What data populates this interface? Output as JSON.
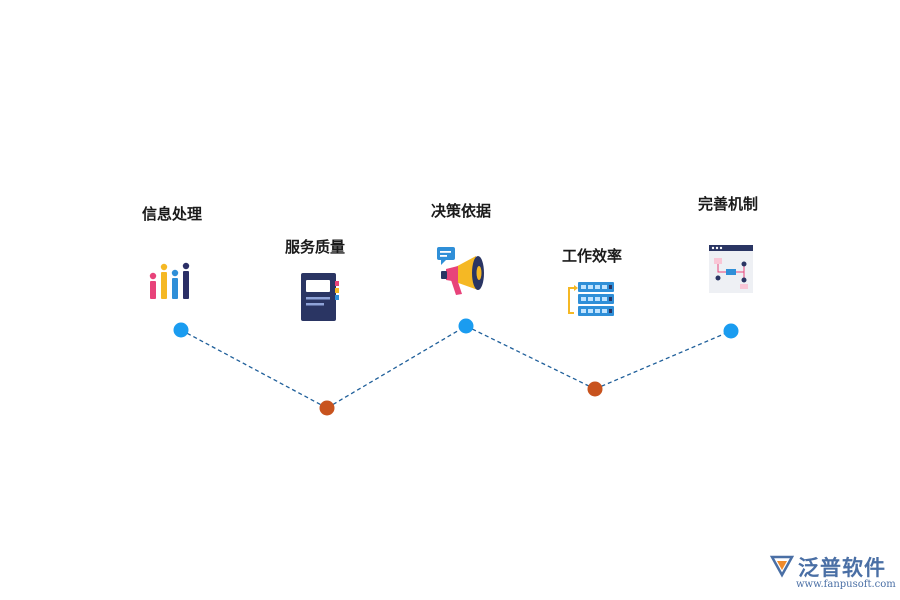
{
  "steps": [
    {
      "label": "信息处理",
      "icon": "bar-chart-icon"
    },
    {
      "label": "服务质量",
      "icon": "notebook-icon"
    },
    {
      "label": "决策依据",
      "icon": "megaphone-icon"
    },
    {
      "label": "工作效率",
      "icon": "server-rack-icon"
    },
    {
      "label": "完善机制",
      "icon": "flowchart-window-icon"
    }
  ],
  "colors": {
    "high_node": "#1a9cf0",
    "low_node": "#c8531e",
    "connector": "#1f5f9a"
  },
  "logo": {
    "name": "泛普软件",
    "url": "www.fanpusoft.com"
  }
}
